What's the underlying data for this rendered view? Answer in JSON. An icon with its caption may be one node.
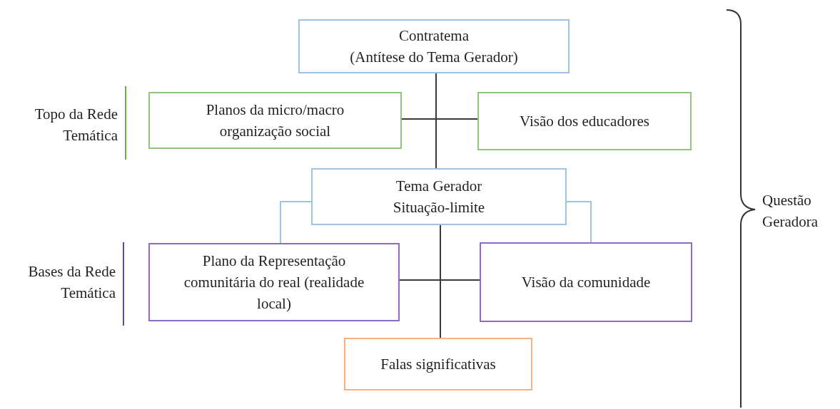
{
  "diagram": {
    "nodes": [
      {
        "text": [
          "Contratema",
          "(Antítese do Tema Gerador)"
        ]
      },
      {
        "text": [
          "Planos da micro/macro organização social"
        ]
      },
      {
        "text": [
          "Visão dos educadores"
        ]
      },
      {
        "text": [
          "Tema Gerador",
          "Situação-limite"
        ]
      },
      {
        "text": [
          "Plano da Representação comunitária do real (realidade local)"
        ]
      },
      {
        "text": [
          "Visão da comunidade"
        ]
      },
      {
        "text": [
          "Falas significativas"
        ]
      }
    ],
    "edges": [
      {
        "from": 0,
        "to": 3,
        "arrow": "none"
      },
      {
        "from": 1,
        "to": 2,
        "arrow": "none"
      },
      {
        "from": 3,
        "to": 4,
        "arrow": "none",
        "color": "#9dc3e6"
      },
      {
        "from": 3,
        "to": 5,
        "arrow": "none",
        "color": "#9dc3e6"
      },
      {
        "from": 3,
        "to": 6,
        "arrow": "none"
      },
      {
        "from": 4,
        "to": 5,
        "arrow": "none"
      }
    ],
    "labels": [
      "Topo da Rede Temática",
      "Bases da Rede Temática",
      "Questão Geradora"
    ]
  }
}
